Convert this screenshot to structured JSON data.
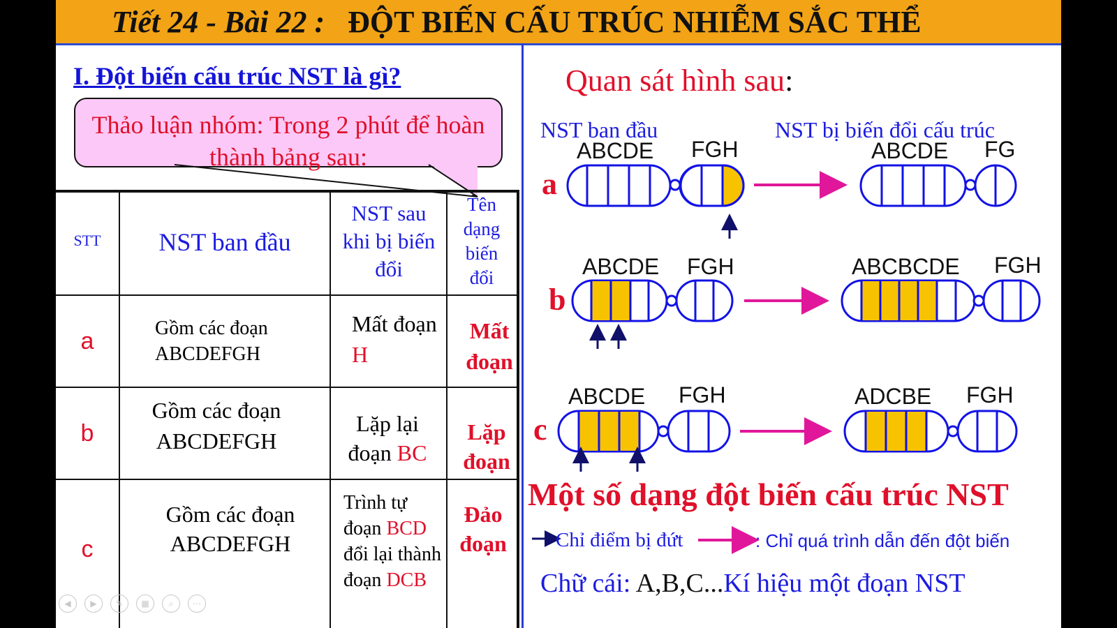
{
  "title": {
    "prefix": "Tiết 24 - Bài 22 :",
    "main": "ĐỘT BIẾN CẤU TRÚC NHIỄM SẮC THỂ"
  },
  "left": {
    "heading": "I. Đột biến cấu trúc NST là gì?",
    "callout": "Thảo luận nhóm: Trong 2 phút để hoàn thành bảng sau:",
    "table": {
      "headers": [
        "STT",
        "NST ban đầu",
        "NST sau khi bị biến đổi",
        "Tên dạng biến đổi"
      ],
      "rows": [
        {
          "stt": "a",
          "original": "Gồm các đoạn ABCDEFGH",
          "changed_text": "Mất đoạn",
          "changed_seg": "H",
          "name": "Mất đoạn"
        },
        {
          "stt": "b",
          "original": "Gồm các đoạn ABCDEFGH",
          "changed_text": "Lặp lại đoạn",
          "changed_seg": "BC",
          "name": "Lặp đoạn"
        },
        {
          "stt": "c",
          "original": "Gồm các đoạn ABCDEFGH",
          "changed_text": "Trình tự đoạn",
          "changed_seg": "BCD",
          "changed_tail": "đổi lại thành đoạn",
          "changed_seg2": "DCB",
          "name": "Đảo đoạn"
        }
      ]
    }
  },
  "right": {
    "observe": "Quan sát hình sau",
    "observe_colon": ":",
    "col_before": "NST ban đầu",
    "col_after": "NST bị biến đổi cấu trúc",
    "rows": [
      {
        "letter": "a",
        "before_left": "ABCDE",
        "before_right": "FGH",
        "after_left": "ABCDE",
        "after_right": "FG"
      },
      {
        "letter": "b",
        "before_left": "ABCDE",
        "before_right": "FGH",
        "after_left": "ABCBCDE",
        "after_right": "FGH"
      },
      {
        "letter": "c",
        "before_left": "ABCDE",
        "before_right": "FGH",
        "after_left": "ADCBE",
        "after_right": "FGH"
      }
    ],
    "summary_title": "Một số dạng đột biến cấu trúc NST",
    "legend_break": "Chỉ điểm bị đứt",
    "legend_process": ": Chỉ quá trình dẫn đến đột biến",
    "note_prefix": "Chữ cái: ",
    "note_letters": "A,B,C...",
    "note_suffix": "Kí hiệu một đoạn NST"
  },
  "colors": {
    "title_bg": "#f2a316",
    "segment_fill": "#f7c300",
    "outline_blue": "#1212e6",
    "arrow_pink": "#e0179a",
    "text_red": "#e0102a"
  }
}
